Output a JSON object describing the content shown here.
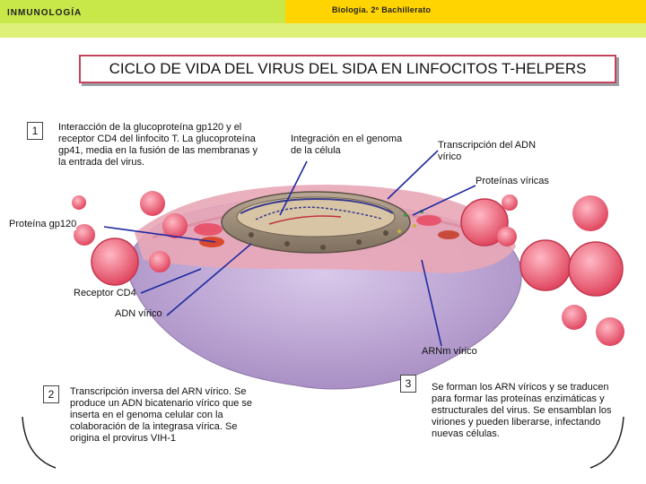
{
  "header": {
    "section": "INMUNOLOGÍA",
    "course": "Biología. 2º Bachillerato"
  },
  "title": "CICLO DE VIDA DEL VIRUS DEL SIDA EN LINFOCITOS T-HELPERS",
  "steps": [
    {
      "number": "1",
      "text": "Interacción de la glucoproteína gp120 y el receptor CD4 del linfocito T. La glucoproteína gp41, media en la fusión de las membranas y la entrada del virus."
    },
    {
      "number": "2",
      "text": "Transcripción inversa del ARN vírico. Se produce un ADN bicatenario vírico que se inserta en el genoma celular con la colaboración de la integrasa vírica. Se origina el provirus VIH-1"
    },
    {
      "number": "3",
      "text": "Se forman los ARN víricos y se traducen para formar las proteínas enzimáticas y estructurales del virus. Se ensamblan los viriones y pueden liberarse, infectando nuevas células."
    }
  ],
  "labels": {
    "integration": "Integración en el genoma de la célula",
    "transcription": "Transcripción del ADN vírico",
    "viral_proteins": "Proteínas víricas",
    "gp120": "Proteína gp120",
    "cd4": "Receptor CD4",
    "viral_dna": "ADN vírico",
    "mrna": "ARNm vírico"
  },
  "colors": {
    "header_green": "#c8e84a",
    "header_yellow": "#ffd400",
    "title_border": "#c4455b",
    "cell_purple": "#b7a0cf",
    "membrane_pink": "#e9a7b7",
    "virus_red": "#e8566e",
    "nucleus": "#9c8b78"
  }
}
